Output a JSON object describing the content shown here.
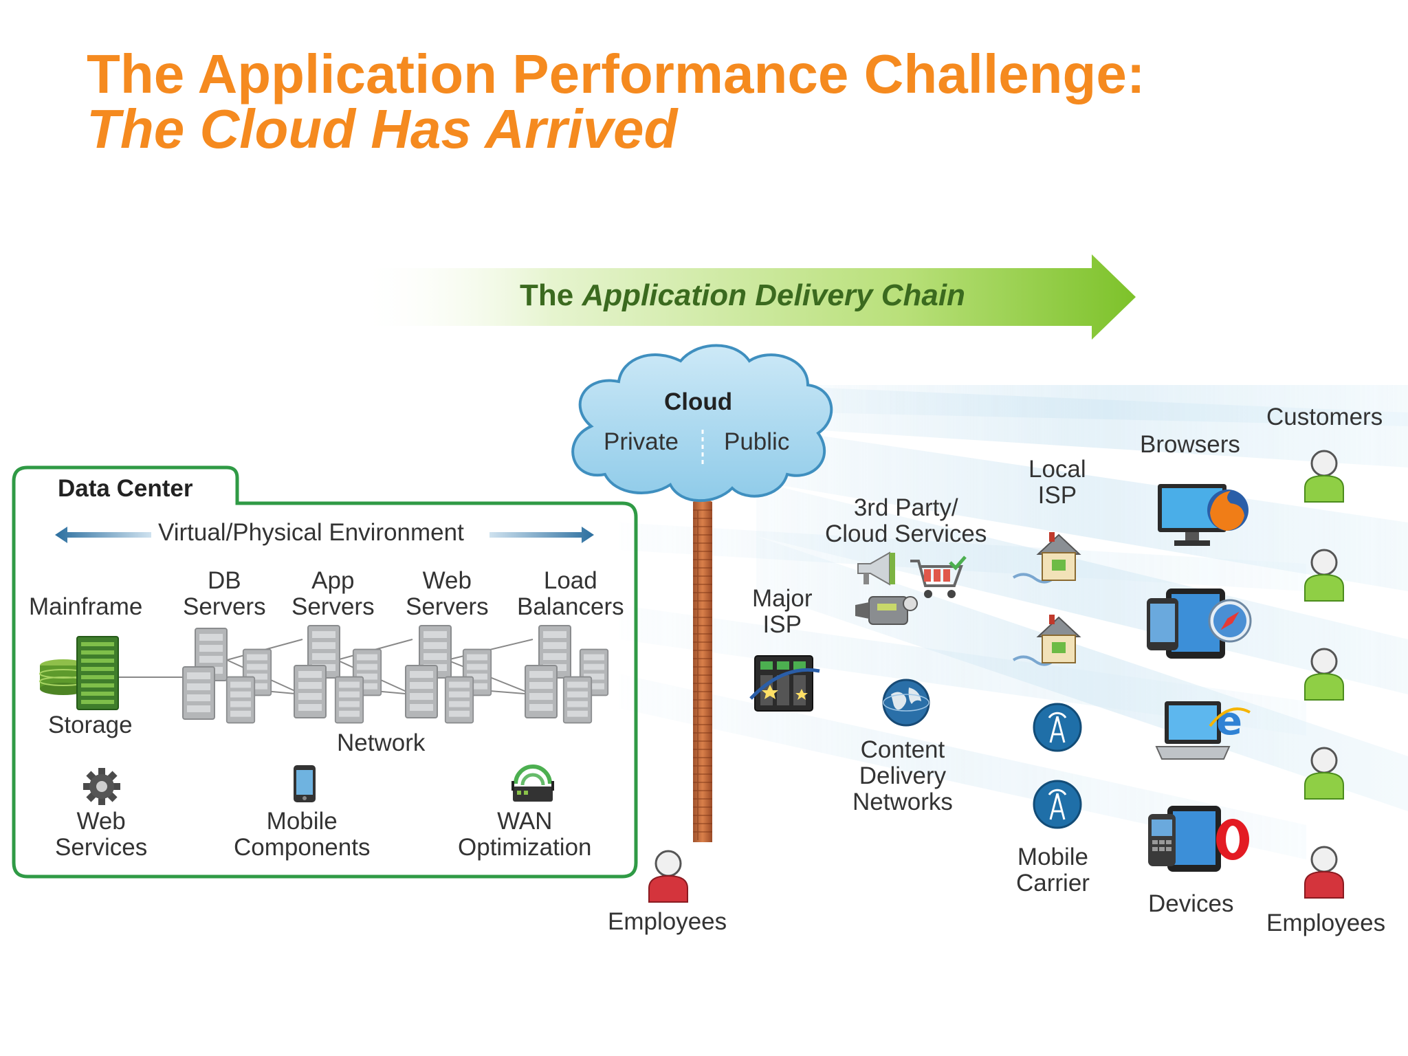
{
  "title": {
    "line1": "The Application Performance Challenge:",
    "line2": "The Cloud Has Arrived"
  },
  "arrow": {
    "prefix": "The",
    "emphasis": "Application Delivery Chain",
    "color": "#86c934"
  },
  "cloud": {
    "title": "Cloud",
    "private": "Private",
    "public": "Public",
    "color": "#a9d8ef"
  },
  "data_center": {
    "title": "Data Center",
    "environment": "Virtual/Physical Environment",
    "border_color": "#2f9a45",
    "columns": {
      "mainframe": "Mainframe",
      "db_servers": [
        "DB",
        "Servers"
      ],
      "app_servers": [
        "App",
        "Servers"
      ],
      "web_servers": [
        "Web",
        "Servers"
      ],
      "load_balancers": [
        "Load",
        "Balancers"
      ]
    },
    "storage": "Storage",
    "network": "Network",
    "bottom": {
      "web_services": [
        "Web",
        "Services"
      ],
      "mobile_components": [
        "Mobile",
        "Components"
      ],
      "wan_optimization": [
        "WAN",
        "Optimization"
      ]
    }
  },
  "middle": {
    "employees": "Employees",
    "major_isp": [
      "Major",
      "ISP"
    ],
    "third_party": [
      "3rd Party/",
      "Cloud Services"
    ],
    "cdn": [
      "Content",
      "Delivery",
      "Networks"
    ],
    "local_isp": [
      "Local",
      "ISP"
    ],
    "mobile_carrier": [
      "Mobile",
      "Carrier"
    ]
  },
  "right": {
    "browsers": "Browsers",
    "devices": "Devices",
    "customers": "Customers",
    "employees": "Employees"
  },
  "icons": [
    "database-icon",
    "mainframe-icon",
    "server-icon",
    "gear-icon",
    "phone-icon",
    "router-icon",
    "firewall-icon",
    "switch-icon",
    "megaphone-icon",
    "cart-icon",
    "camera-icon",
    "globe-icon",
    "house-icon",
    "antenna-icon",
    "monitor-icon",
    "tablet-icon",
    "laptop-icon",
    "firefox-icon",
    "safari-icon",
    "ie-icon",
    "opera-icon",
    "person-icon"
  ]
}
